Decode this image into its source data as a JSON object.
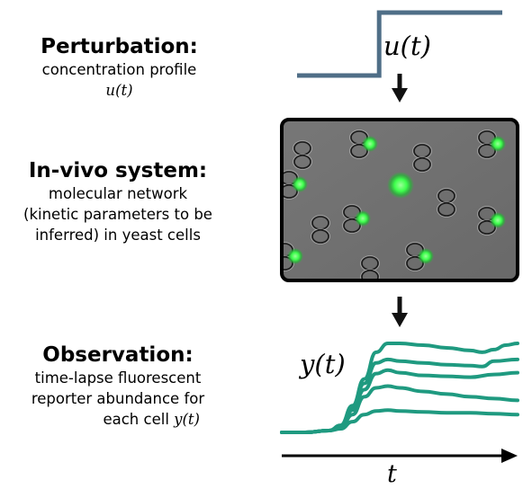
{
  "perturbation": {
    "heading": "Perturbation:",
    "line1": "concentration profile",
    "symbol": "u",
    "arg": "(t)"
  },
  "system": {
    "heading": "In-vivo system:",
    "line1": "molecular network",
    "line2": "(kinetic parameters to be",
    "line3": "inferred) in yeast cells"
  },
  "observation": {
    "heading": "Observation:",
    "line1": "time-lapse fluorescent",
    "line2": "reporter abundance for",
    "line3_prefix": "each cell",
    "symbol": "y",
    "arg": "(t)"
  },
  "plot_labels": {
    "input": "u(t)",
    "output": "y(t)",
    "time": "t"
  },
  "colors": {
    "input_step": "#4f6e87",
    "output_traces": "#1f9a80",
    "arrow": "#111111",
    "microscopy_background": "#6f6f6f",
    "fluorescence": "#3dff4c"
  },
  "chart_data": [
    {
      "type": "line",
      "series": [
        {
          "x": [
            0,
            0.4,
            0.4,
            1
          ],
          "y": [
            0,
            0,
            1,
            1
          ]
        }
      ]
    },
    {
      "type": "line",
      "series": [
        {
          "x": [
            0,
            0.1,
            0.2,
            0.25,
            0.3,
            0.35,
            0.4,
            0.45,
            0.5,
            0.6,
            0.7,
            0.8,
            0.85,
            0.9,
            0.95,
            1
          ],
          "y": [
            0,
            0,
            0.02,
            0.08,
            0.3,
            0.6,
            0.9,
            1,
            1,
            0.98,
            0.95,
            0.92,
            0.9,
            0.93,
            0.98,
            1
          ]
        },
        {
          "x": [
            0,
            0.1,
            0.2,
            0.25,
            0.3,
            0.35,
            0.4,
            0.45,
            0.5,
            0.6,
            0.7,
            0.8,
            0.85,
            0.9,
            1
          ],
          "y": [
            0,
            0,
            0.02,
            0.07,
            0.28,
            0.55,
            0.78,
            0.82,
            0.8,
            0.78,
            0.76,
            0.75,
            0.74,
            0.8,
            0.82
          ]
        },
        {
          "x": [
            0,
            0.1,
            0.2,
            0.25,
            0.3,
            0.35,
            0.4,
            0.45,
            0.5,
            0.6,
            0.7,
            0.8,
            0.9,
            1
          ],
          "y": [
            0,
            0,
            0.02,
            0.06,
            0.25,
            0.48,
            0.66,
            0.7,
            0.67,
            0.64,
            0.63,
            0.62,
            0.65,
            0.67
          ]
        },
        {
          "x": [
            0,
            0.1,
            0.2,
            0.25,
            0.3,
            0.35,
            0.4,
            0.45,
            0.5,
            0.6,
            0.7,
            0.8,
            0.9,
            1
          ],
          "y": [
            0,
            0,
            0.02,
            0.05,
            0.2,
            0.4,
            0.5,
            0.52,
            0.5,
            0.46,
            0.43,
            0.4,
            0.38,
            0.36
          ]
        },
        {
          "x": [
            0,
            0.1,
            0.2,
            0.25,
            0.3,
            0.35,
            0.4,
            0.45,
            0.5,
            0.6,
            0.7,
            0.8,
            0.9,
            1
          ],
          "y": [
            0,
            0,
            0.02,
            0.04,
            0.12,
            0.2,
            0.24,
            0.25,
            0.24,
            0.23,
            0.22,
            0.22,
            0.21,
            0.2
          ]
        }
      ]
    }
  ]
}
